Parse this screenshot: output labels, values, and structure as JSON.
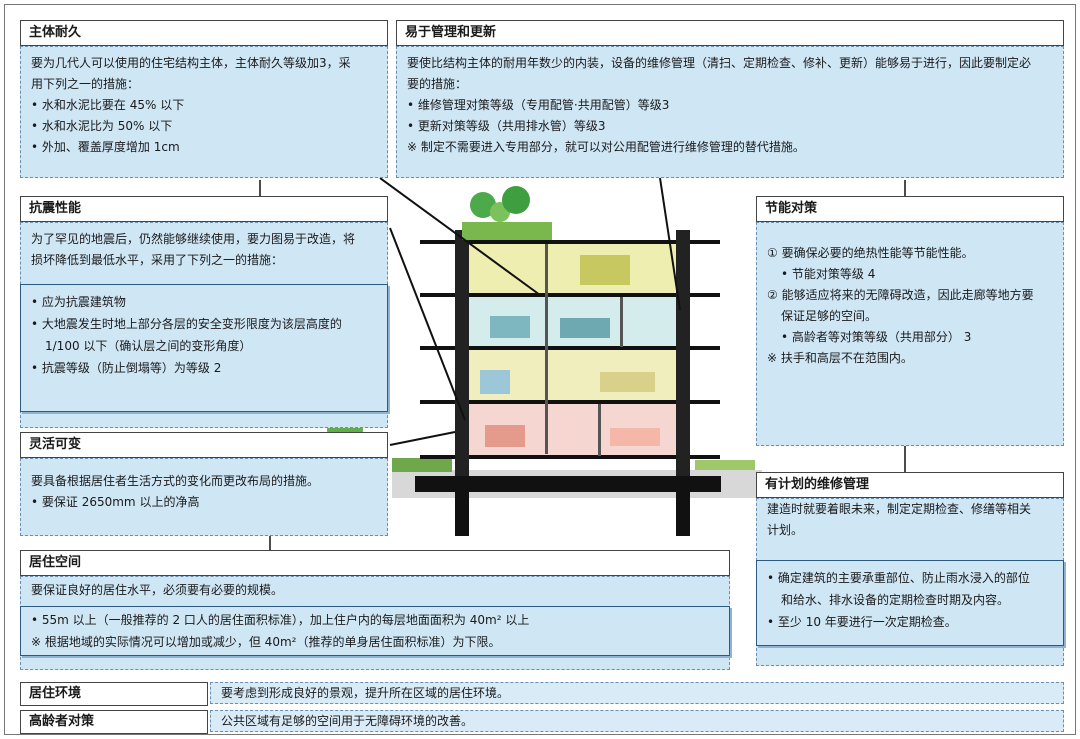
{
  "durability": {
    "title": "主体耐久",
    "lines": [
      "要为几代人可以使用的住宅结构主体，主体耐久等级加3，采",
      "用下列之一的措施：",
      "• 水和水泥比要在 45% 以下",
      "• 水和水泥比为 50% 以下",
      "• 外加、覆盖厚度增加 1cm"
    ]
  },
  "maintenance": {
    "title": "易于管理和更新",
    "lines": [
      "要使比结构主体的耐用年数少的内装，设备的维修管理（清扫、定期检查、修补、更新）能够易于进行，因此要制定必",
      "要的措施：",
      "• 维修管理对策等级（专用配管·共用配管）等级3",
      "• 更新对策等级（共用排水管）等级3",
      "※ 制定不需要进入专用部分，就可以对公用配管进行维修管理的替代措施。"
    ]
  },
  "seismic": {
    "title": "抗震性能",
    "intro": [
      "为了罕见的地震后，仍然能够继续使用，要力图易于改造，将",
      "损坏降低到最低水平，采用了下列之一的措施："
    ],
    "items": [
      "• 应为抗震建筑物",
      "• 大地震发生时地上部分各层的安全变形限度为该层高度的",
      "1/100 以下（确认层之间的变形角度）",
      "• 抗震等级（防止倒塌等）为等级 2"
    ]
  },
  "flexible": {
    "title": "灵活可变",
    "lines": [
      "要具备根据居住者生活方式的变化而更改布局的措施。",
      "• 要保证 2650mm 以上的净高"
    ]
  },
  "living_space": {
    "title": "居住空间",
    "intro": "要保证良好的居住水平，必须要有必要的规模。",
    "items": [
      "• 55m 以上（一般推荐的 2 口人的居住面积标准），加上住户内的每层地面面积为 40m² 以上",
      "※ 根据地域的实际情况可以增加或减少，但 40m²（推荐的单身居住面积标准）为下限。"
    ]
  },
  "energy": {
    "title": "节能对策",
    "lines": [
      "① 要确保必要的绝热性能等节能性能。",
      "• 节能对策等级 4",
      "② 能够适应将来的无障碍改造，因此走廊等地方要",
      "保证足够的空间。",
      "• 高龄者等对策等级（共用部分） 3",
      "※ 扶手和高层不在范围内。"
    ]
  },
  "planned": {
    "title": "有计划的维修管理",
    "intro": [
      "建造时就要着眼未来，制定定期检查、修缮等相关",
      "计划。"
    ],
    "items": [
      "• 确定建筑的主要承重部位、防止雨水浸入的部位",
      "和给水、排水设备的定期检查时期及内容。",
      "• 至少 10 年要进行一次定期检查。"
    ]
  },
  "environment": {
    "title": "居住环境",
    "text": "要考虑到形成良好的景观，提升所在区域的居住环境。"
  },
  "elderly": {
    "title": "高龄者对策",
    "text": "公共区域有足够的空间用于无障碍环境的改善。"
  }
}
